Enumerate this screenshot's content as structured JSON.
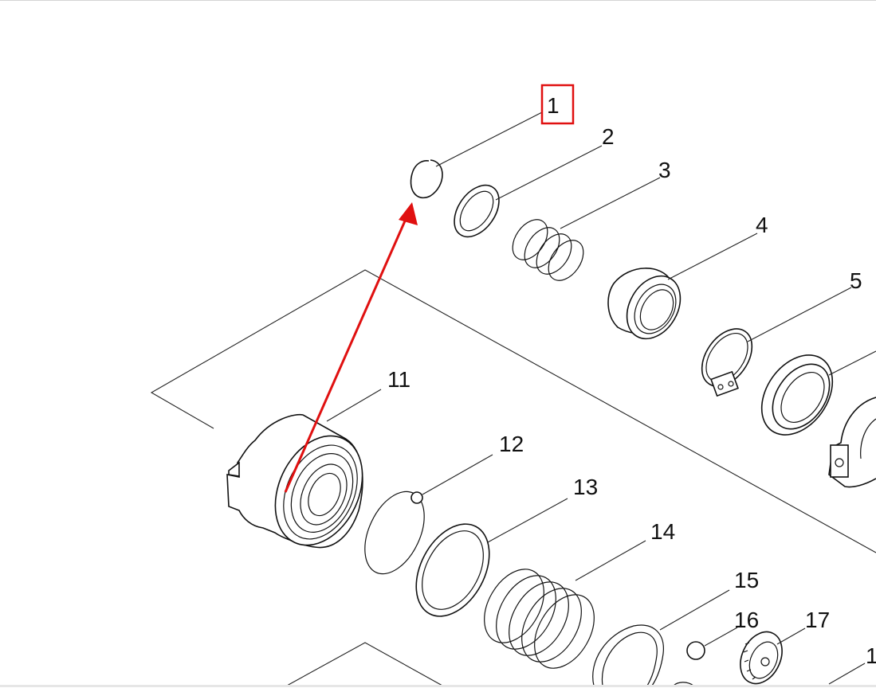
{
  "diagram": {
    "callouts": {
      "c1": "1",
      "c2": "2",
      "c3": "3",
      "c4": "4",
      "c5": "5",
      "c11": "11",
      "c12": "12",
      "c13": "13",
      "c14": "14",
      "c15": "15",
      "c16": "16",
      "c17": "17",
      "c18": "1"
    },
    "highlight_color": "#e01010",
    "arrow_color": "#e01010",
    "line_color": "#111111"
  }
}
